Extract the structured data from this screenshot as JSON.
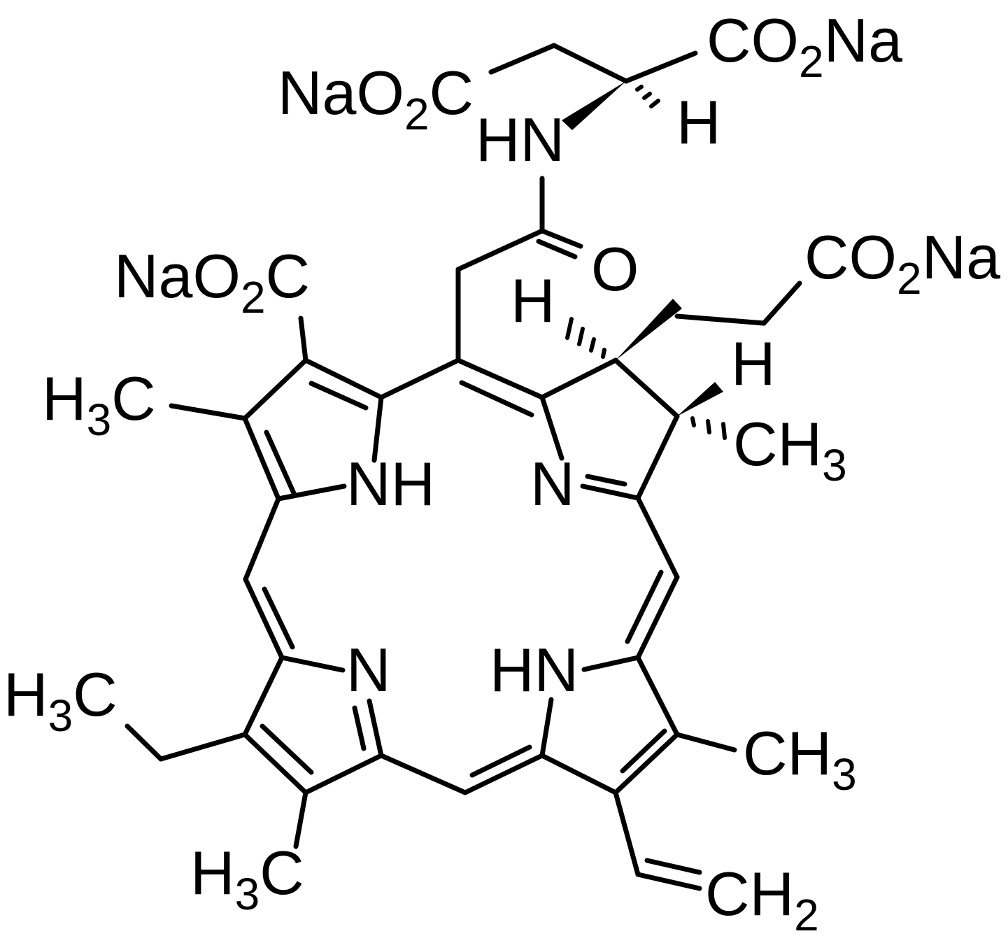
{
  "colors": {
    "ink": "#000000",
    "background": "#ffffff"
  },
  "atoms": {
    "co2na_top": {
      "main": "CO",
      "sub": "2",
      "tail": "Na"
    },
    "nao2c_top": {
      "main": "NaO",
      "sub": "2",
      "tail": "C"
    },
    "h_alpha": {
      "main": "H"
    },
    "hn_amide": {
      "main": "HN"
    },
    "o_carbonyl": {
      "main": "O"
    },
    "nao2c_left": {
      "main": "NaO",
      "sub": "2",
      "tail": "C"
    },
    "co2na_right": {
      "main": "CO",
      "sub": "2",
      "tail": "Na"
    },
    "h_c17": {
      "main": "H"
    },
    "h_c18": {
      "main": "H"
    },
    "h3c_upper": {
      "main": "H",
      "sub": "3",
      "tail": "C"
    },
    "ch3_c18": {
      "main": "CH",
      "sub": "3"
    },
    "nh_ring_a": {
      "main": "NH"
    },
    "n_ring_d": {
      "main": "N"
    },
    "n_ring_b": {
      "main": "N"
    },
    "hn_ring_c": {
      "main": "HN"
    },
    "h3c_ethyl": {
      "main": "H",
      "sub": "3",
      "tail": "C"
    },
    "ch3_ring_c": {
      "main": "CH",
      "sub": "3"
    },
    "h3c_lower": {
      "main": "H",
      "sub": "3",
      "tail": "C"
    },
    "ch2_vinyl": {
      "main": "CH",
      "sub": "2"
    }
  }
}
